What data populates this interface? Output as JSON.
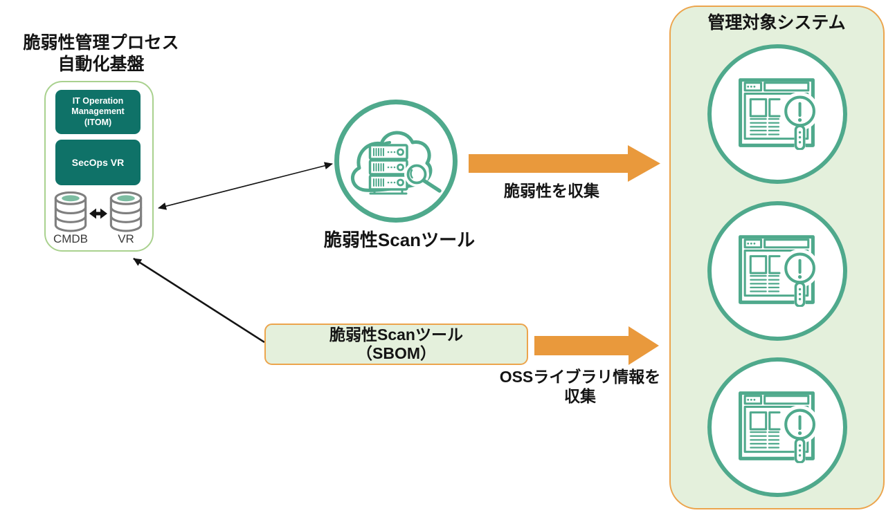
{
  "platform": {
    "title_line1": "脆弱性管理プロセス",
    "title_line2": "自動化基盤",
    "itom_label": "IT Operation Management (ITOM)",
    "secops_label": "SecOps VR",
    "databases": [
      {
        "label": "CMDB"
      },
      {
        "label": "VR"
      }
    ]
  },
  "scan_tool": {
    "label": "脆弱性Scanツール"
  },
  "sbom_tool": {
    "label_line1": "脆弱性Scanツール",
    "label_line2": "（SBOM）"
  },
  "flows": {
    "collect_vulnerabilities_label": "脆弱性を収集",
    "collect_oss_line1": "OSSライブラリ情報を",
    "collect_oss_line2": "収集"
  },
  "managed_systems": {
    "title": "管理対象システム",
    "system_count": 3
  },
  "icons": {
    "scan_tool": "cloud-server-scan-icon",
    "managed_system": "browser-alert-icon",
    "database": "database-cylinder-icon",
    "db_sync": "double-arrow-icon"
  },
  "colors": {
    "teal": "#0F7268",
    "green": "#4FA98C",
    "panel_fill": "#E4F0DC",
    "orange": "#E9993C",
    "orange_border": "#ECA44C",
    "box_border_green": "#A9D18E",
    "cylinder_gray": "#7F7F7F",
    "cylinder_top": "#7CBCA1",
    "text": "#141414",
    "db_label": "#3A3A3A"
  }
}
